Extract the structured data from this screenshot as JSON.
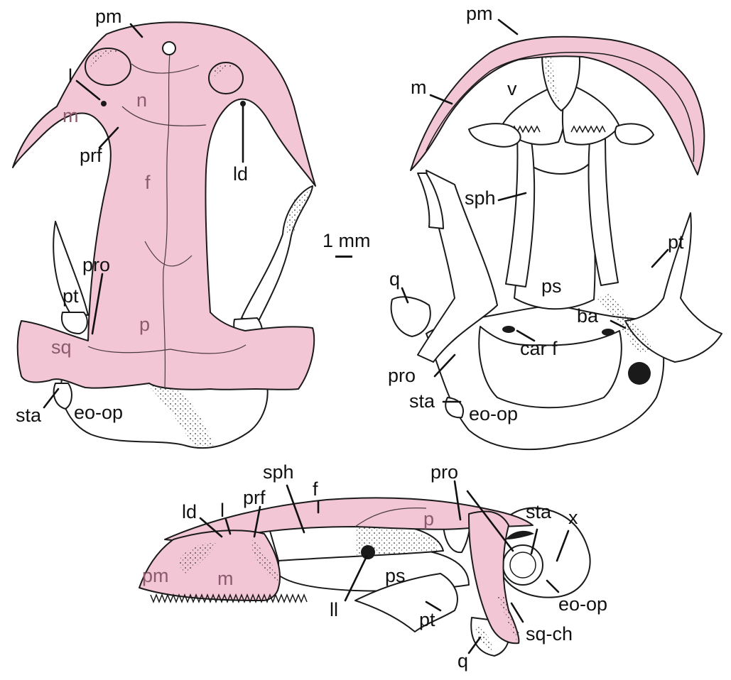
{
  "colors": {
    "roof_fill": "#f2c6d4",
    "outline": "#1a1a1a",
    "inner_label": "#8c5a6e"
  },
  "scale_label": "1 mm",
  "views": {
    "dorsal": {
      "labels": {
        "pm": "pm",
        "l": "l",
        "m": "m",
        "n": "n",
        "prf": "prf",
        "ld": "ld",
        "f": "f",
        "pro": "pro",
        "pt": "pt",
        "p": "p",
        "sq": "sq",
        "sta": "sta",
        "eo_op": "eo-op"
      }
    },
    "ventral": {
      "labels": {
        "pm": "pm",
        "m": "m",
        "v": "v",
        "sph": "sph",
        "pt": "pt",
        "q": "q",
        "ps": "ps",
        "ba": "ba",
        "car_f": "car f",
        "pro": "pro",
        "sta": "sta",
        "eo_op": "eo-op"
      }
    },
    "lateral": {
      "labels": {
        "sph": "sph",
        "f": "f",
        "pro": "pro",
        "sta": "sta",
        "x": "x",
        "ld": "ld",
        "l": "l",
        "prf": "prf",
        "p": "p",
        "pm": "pm",
        "m": "m",
        "ps": "ps",
        "ll": "ll",
        "eo_op": "eo-op",
        "pt": "pt",
        "sq_ch": "sq-ch",
        "q": "q"
      }
    }
  }
}
